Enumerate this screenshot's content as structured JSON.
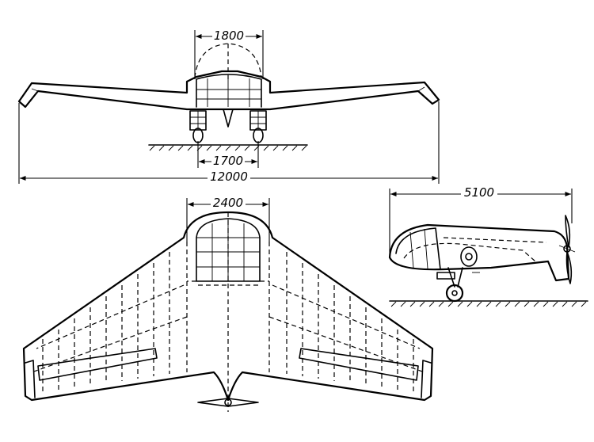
{
  "dimensions": {
    "front_top_width": "1800",
    "front_track": "1700",
    "front_span": "12000",
    "plan_center_width": "2400",
    "side_length": "5100"
  }
}
